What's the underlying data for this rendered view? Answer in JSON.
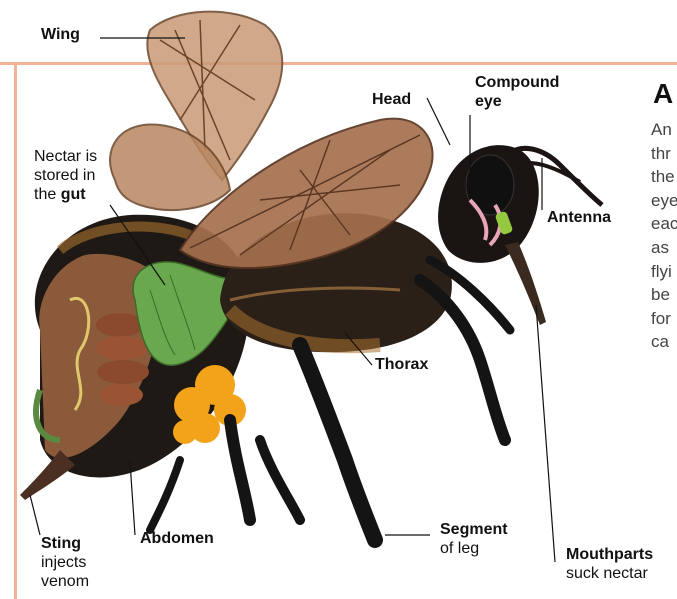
{
  "labels": {
    "wing": "Wing",
    "head": "Head",
    "compound_eye_line1": "Compound",
    "compound_eye_line2": "eye",
    "nectar_line1": "Nectar is",
    "nectar_line2": "stored in",
    "nectar_line3_prefix": "the ",
    "nectar_line3_bold": "gut",
    "antenna": "Antenna",
    "thorax": "Thorax",
    "mouthparts_bold": "Mouthparts",
    "mouthparts_sub": "suck nectar",
    "segment_bold": "Segment",
    "segment_sub": "of leg",
    "abdomen": "Abdomen",
    "sting_bold": "Sting",
    "sting_sub1": "injects",
    "sting_sub2": "venom"
  },
  "side": {
    "title": "A",
    "lines": [
      "An",
      "thr",
      "the",
      "eye",
      "eac",
      "as",
      "flyi",
      "be",
      "for",
      "ca"
    ]
  },
  "colors": {
    "rule": "#f2b296",
    "gut": "#6aa84f",
    "pollen": "#f3a31a",
    "body_dark": "#1b1714",
    "fur": "#a9712f",
    "wing": "#b98663"
  }
}
